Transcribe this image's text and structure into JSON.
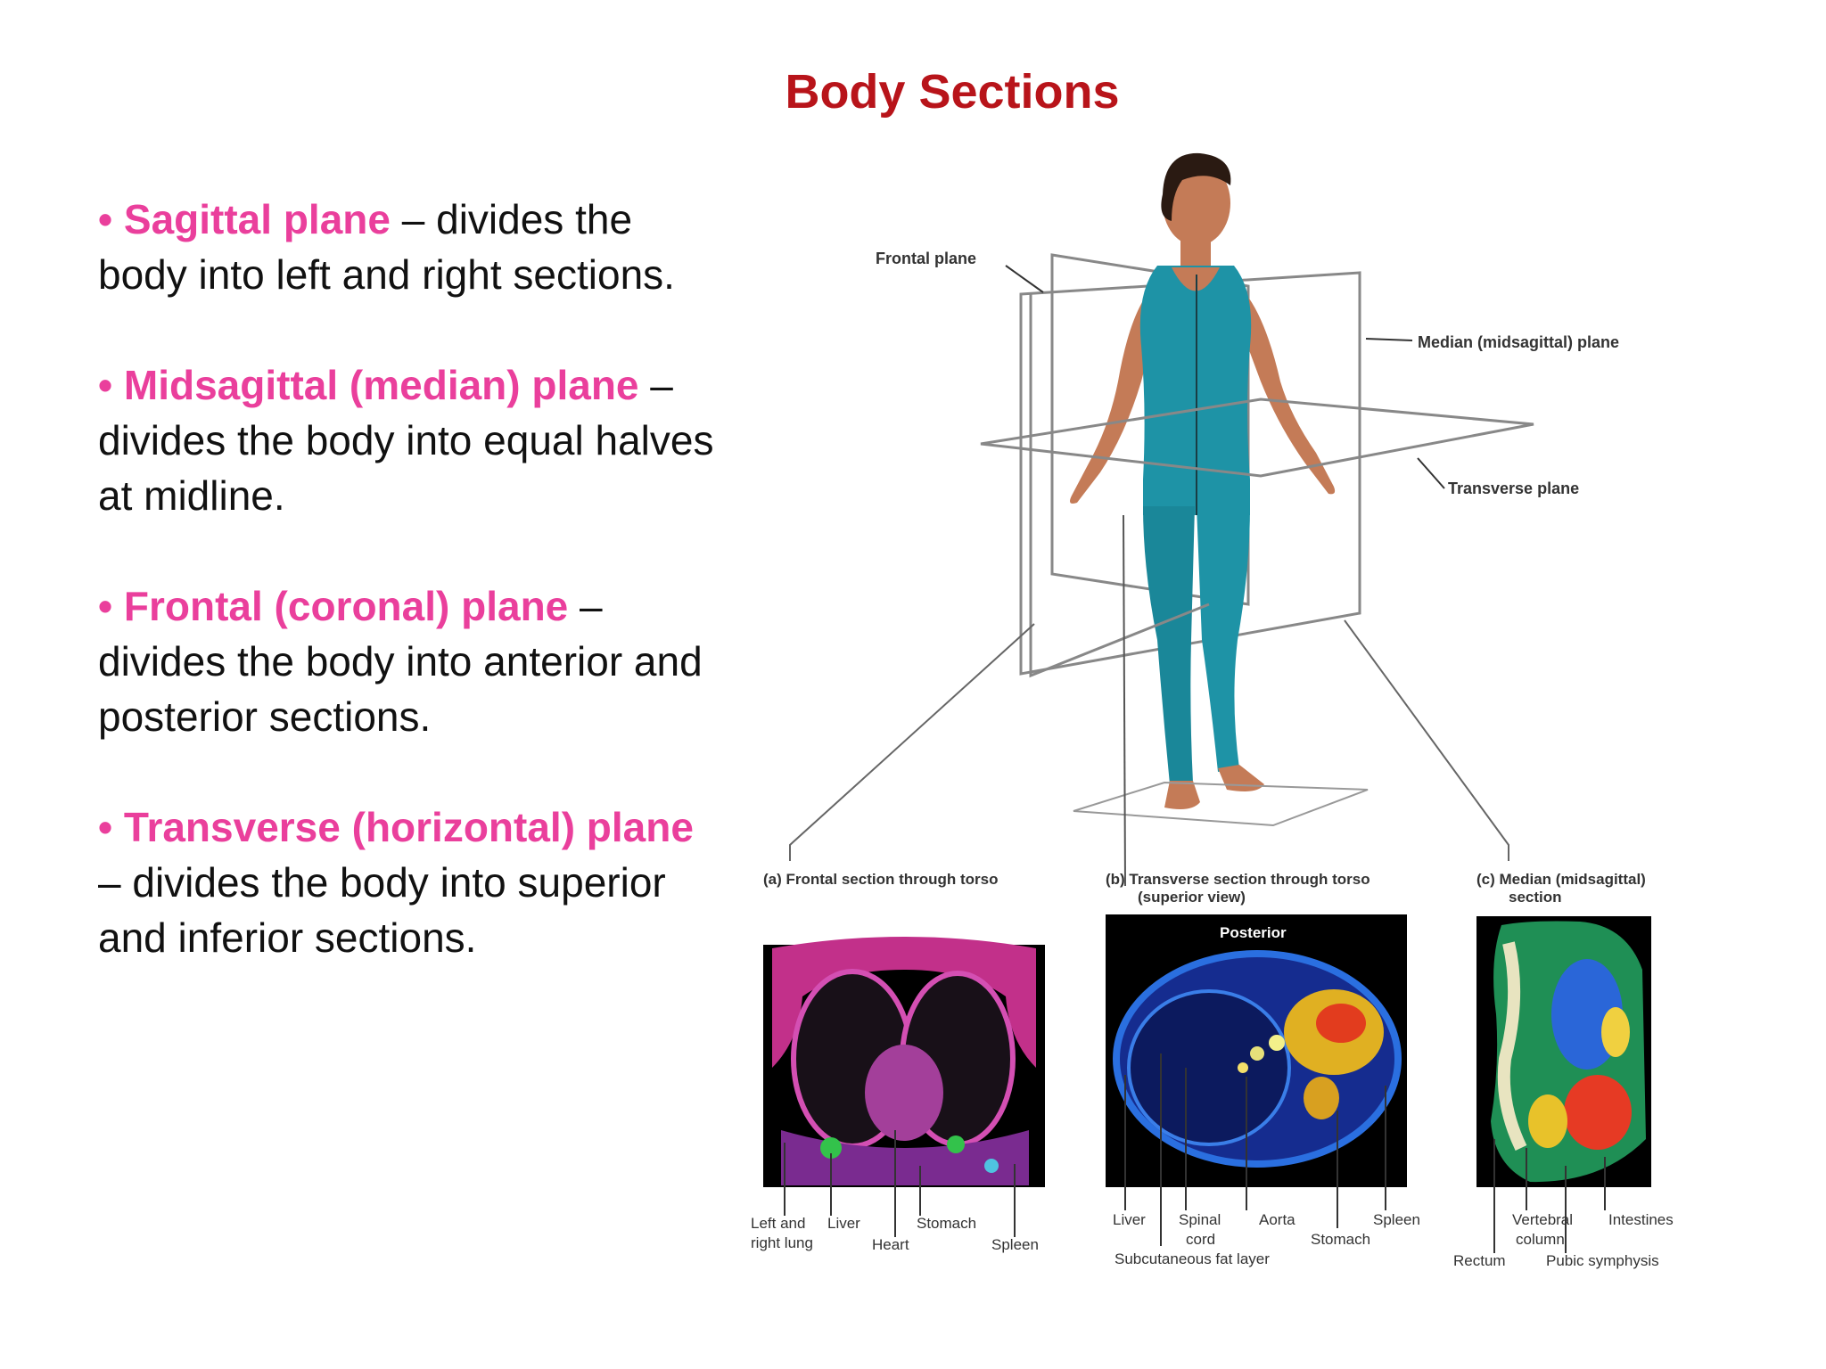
{
  "title": "Body Sections",
  "bullets": [
    {
      "term": "Sagittal plane",
      "rest": " – divides the body into left and right sections.",
      "bold_bullet": false
    },
    {
      "term": "Midsagittal (median) plane",
      "rest": " – divides the body into equal halves at midline.",
      "bold_bullet": true
    },
    {
      "term": "Frontal (coronal) plane",
      "rest": " – divides the body into anterior and posterior sections.",
      "bold_bullet": true
    },
    {
      "term": "Transverse (horizontal) plane",
      "rest": " – divides the body into superior and inferior sections.",
      "bold_bullet": true
    }
  ],
  "figure": {
    "plane_labels": {
      "frontal": "Frontal plane",
      "median": "Median (midsagittal) plane",
      "transverse": "Transverse plane"
    },
    "panels": {
      "a": {
        "caption": "(a) Frontal section through torso",
        "labels": {
          "lungs_1": "Left and",
          "lungs_2": "right lung",
          "liver": "Liver",
          "heart": "Heart",
          "stomach": "Stomach",
          "spleen": "Spleen"
        }
      },
      "b": {
        "caption_1": "(b) Transverse section through torso",
        "caption_2": "(superior view)",
        "posterior": "Posterior",
        "labels": {
          "liver": "Liver",
          "cord_1": "Spinal",
          "cord_2": "cord",
          "aorta": "Aorta",
          "spleen": "Spleen",
          "stomach": "Stomach",
          "fat": "Subcutaneous fat layer"
        }
      },
      "c": {
        "caption_1": "(c) Median (midsagittal)",
        "caption_2": "section",
        "labels": {
          "vert_1": "Vertebral",
          "vert_2": "column",
          "intestines": "Intestines",
          "rectum": "Rectum",
          "pubic": "Pubic symphysis"
        }
      }
    },
    "colors": {
      "suit": "#1e93a6",
      "skin": "#c97a55",
      "plane_line": "#777777",
      "scan_bg": "#000000"
    }
  }
}
